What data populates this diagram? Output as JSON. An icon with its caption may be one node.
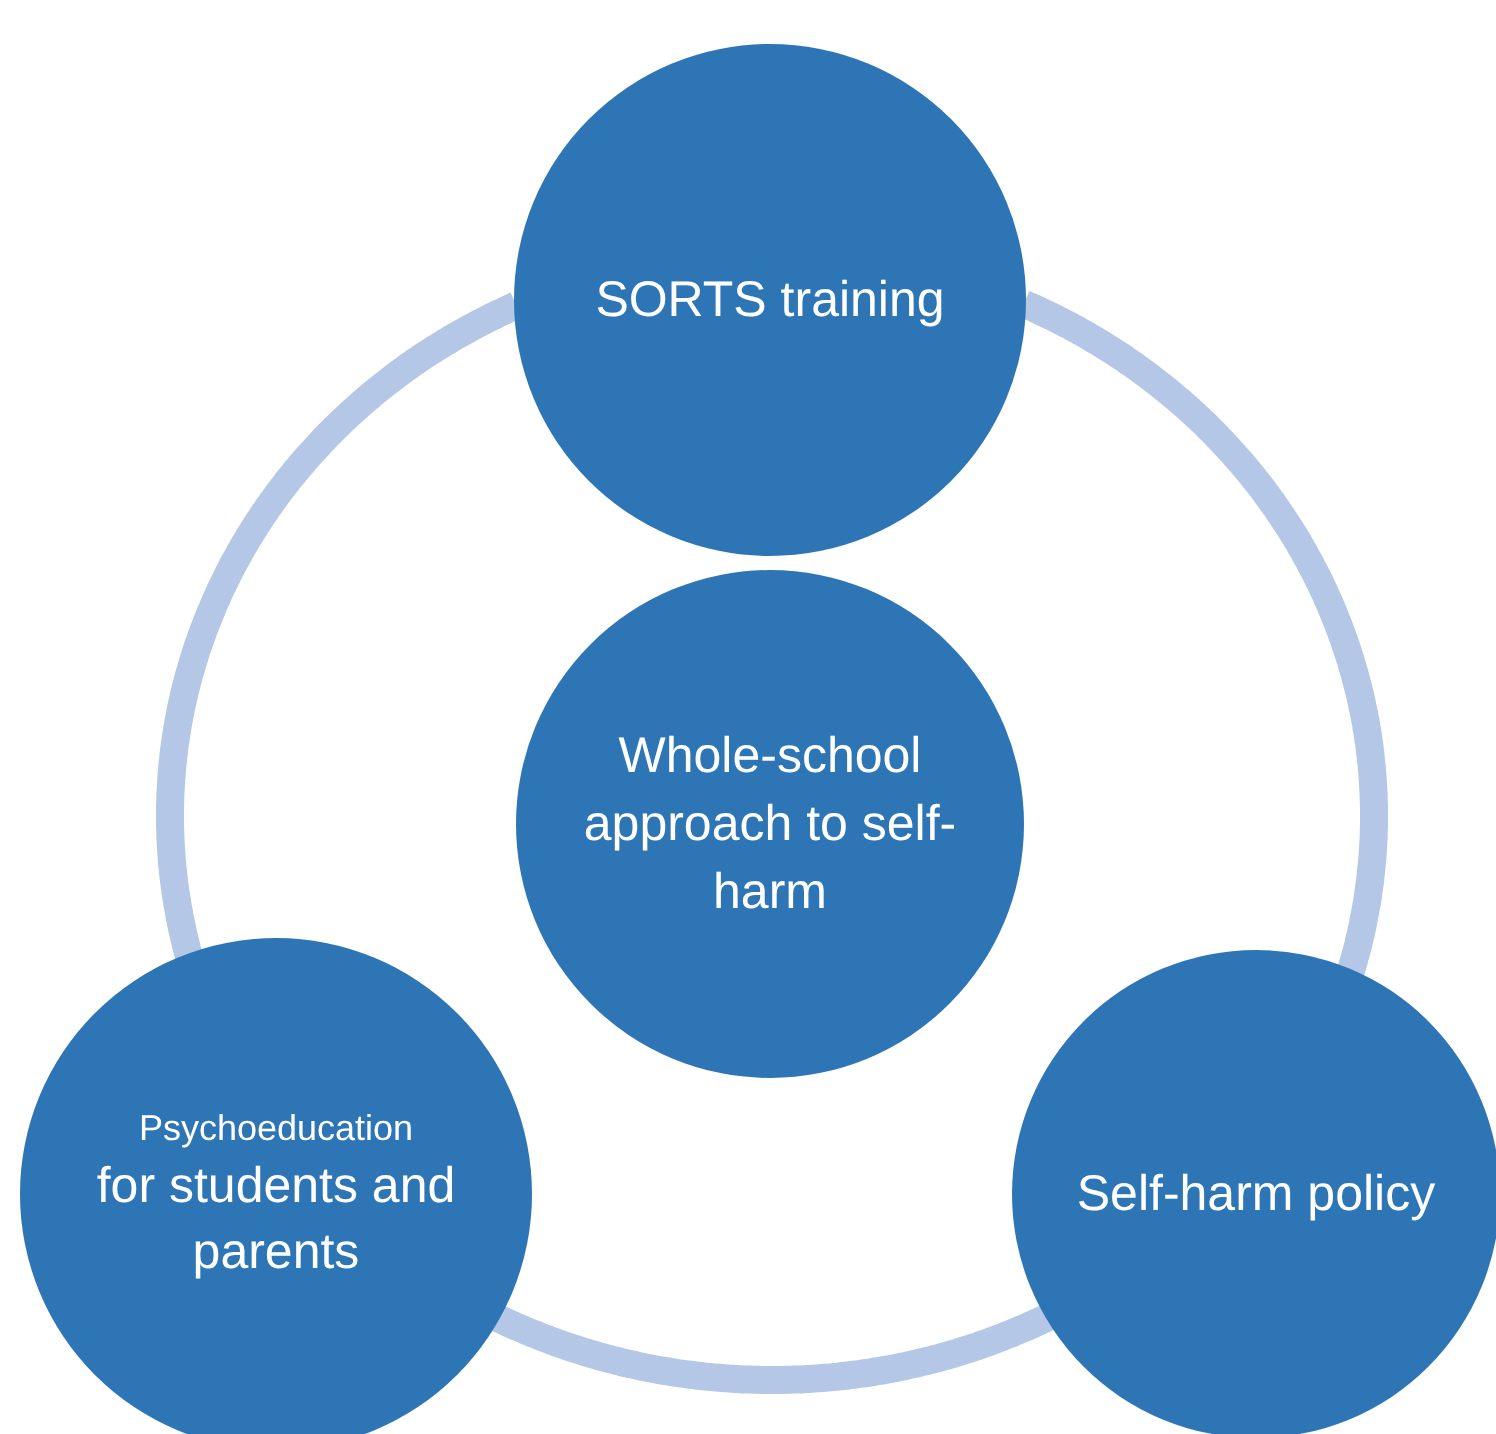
{
  "diagram": {
    "nodes": [
      {
        "text": [
          "SORTS training"
        ]
      },
      {
        "text": [
          "Whole-school approach to self-harm"
        ]
      },
      {
        "text": [
          "Psychoeducation",
          "for students and parents"
        ]
      },
      {
        "text": [
          "Self-harm policy"
        ]
      }
    ],
    "edges": [
      {
        "from": 0,
        "to": 3,
        "arrow": "none"
      },
      {
        "from": 3,
        "to": 2,
        "arrow": "none"
      },
      {
        "from": 2,
        "to": 0,
        "arrow": "none"
      }
    ]
  }
}
